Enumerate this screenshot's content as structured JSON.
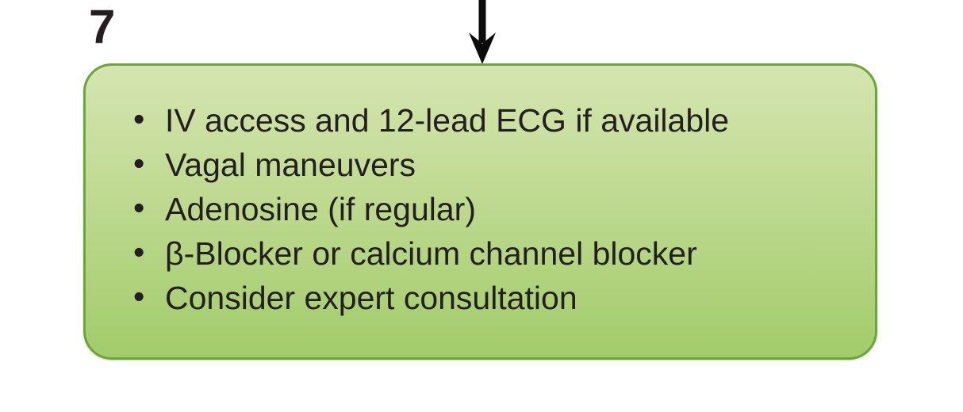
{
  "figure": {
    "step_number": "7",
    "bullet_glyph": "•",
    "box": {
      "items": [
        "IV access and 12-lead ECG if available",
        "Vagal maneuvers",
        "Adenosine (if regular)",
        "β-Blocker or calcium channel blocker",
        "Consider expert consultation"
      ]
    },
    "icons": {
      "down_arrow": "down-arrow-icon"
    },
    "colors": {
      "background": "#ffffff",
      "box_fill_top": "#d6e5b0",
      "box_fill_bottom": "#a2cc6b",
      "box_border": "#6fa33c",
      "text": "#231f20",
      "arrow": "#0b0b0b"
    }
  }
}
